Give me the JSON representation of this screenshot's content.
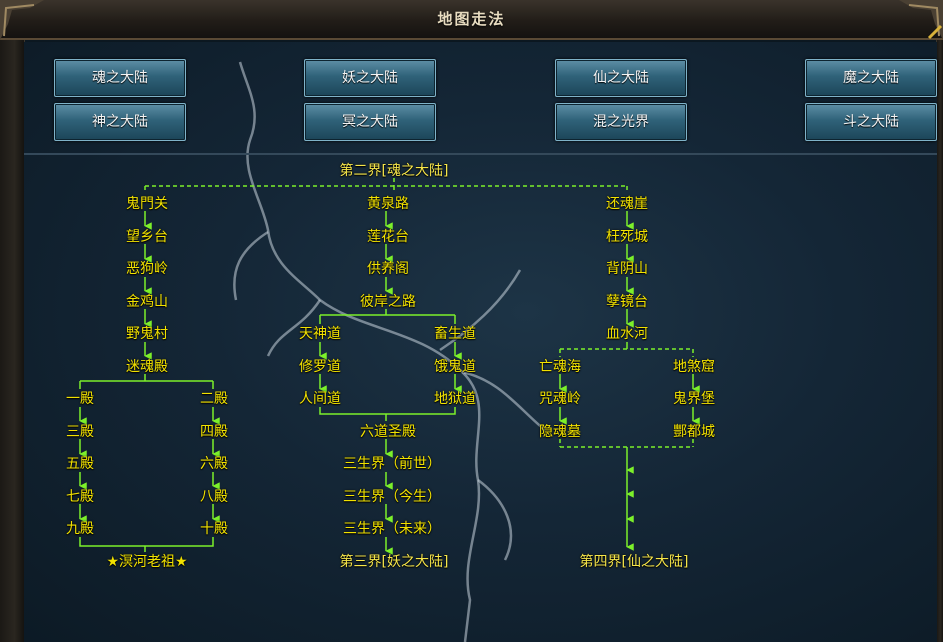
{
  "window": {
    "title": "地图走法"
  },
  "continents": [
    {
      "label": "魂之大陆"
    },
    {
      "label": "妖之大陆"
    },
    {
      "label": "仙之大陆"
    },
    {
      "label": "魔之大陆"
    },
    {
      "label": "神之大陆"
    },
    {
      "label": "冥之大陆"
    },
    {
      "label": "混之光界"
    },
    {
      "label": "斗之大陆"
    }
  ],
  "route": {
    "start": "第二界[魂之大陆]",
    "left": {
      "chain": [
        "鬼門关",
        "望乡台",
        "恶狗岭",
        "金鸡山",
        "野鬼村",
        "迷魂殿"
      ],
      "left_branch": [
        "一殿",
        "三殿",
        "五殿",
        "七殿",
        "九殿"
      ],
      "right_branch": [
        "二殿",
        "四殿",
        "六殿",
        "八殿",
        "十殿"
      ],
      "end": "★溟河老祖★"
    },
    "middle": {
      "chain": [
        "黄泉路",
        "莲花台",
        "供养阁",
        "彼岸之路"
      ],
      "left_branch": [
        "天神道",
        "修罗道",
        "人间道"
      ],
      "right_branch": [
        "畜生道",
        "饿鬼道",
        "地狱道"
      ],
      "after": [
        "六道圣殿",
        "三生界（前世）",
        "三生界（今生）",
        "三生界（未来）"
      ],
      "end": "第三界[妖之大陆]"
    },
    "right": {
      "chain": [
        "还魂崖",
        "枉死城",
        "背阴山",
        "孽镜台",
        "血水河"
      ],
      "left_branch": [
        "亡魂海",
        "咒魂岭",
        "隐魂墓"
      ],
      "right_branch": [
        "地煞窟",
        "鬼界堡",
        "酆都城"
      ],
      "end": "第四界[仙之大陆]"
    }
  },
  "colors": {
    "node_text": "#f2e200",
    "connector": "#7cf02a"
  }
}
